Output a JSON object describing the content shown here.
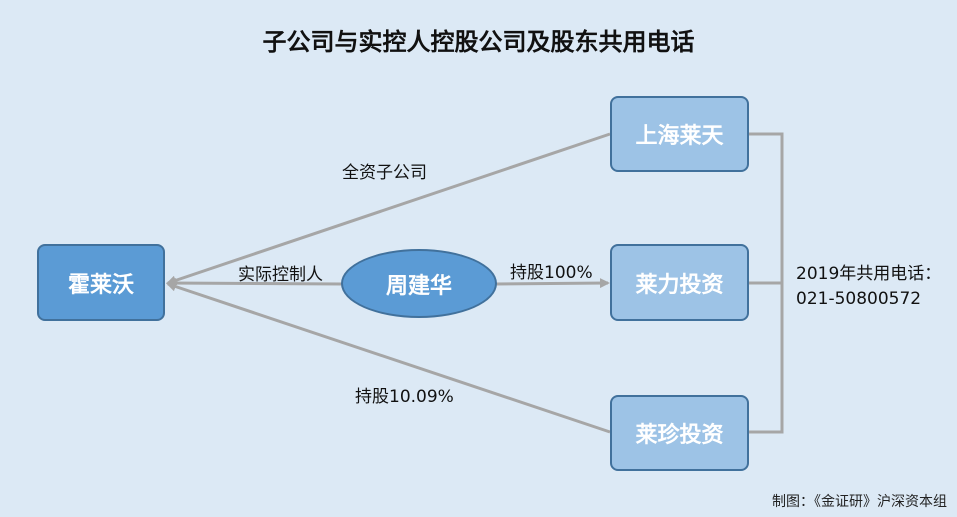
{
  "title": "子公司与实控人控股公司及股东共用电话",
  "nodes": {
    "huolaiwo": "霍莱沃",
    "shanghai_laitian": "上海莱天",
    "zhoujianhua": "周建华",
    "laili": "莱力投资",
    "laizhen": "莱珍投资"
  },
  "edges": {
    "subsidiary": "全资子公司",
    "controller": "实际控制人",
    "holding_100": "持股100%",
    "holding_1009": "持股10.09%"
  },
  "phone": {
    "line1": "2019年共用电话：",
    "line2": "021-50800572"
  },
  "credit": "制图：《金证研》沪深资本组",
  "colors": {
    "background": "#dce9f5",
    "node_dark": "#5b9bd5",
    "node_light": "#9dc3e6",
    "edge": "#a6a6a6"
  }
}
